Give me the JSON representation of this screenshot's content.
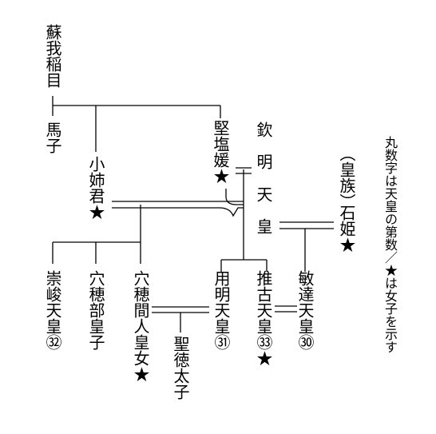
{
  "people": {
    "soga_iname": "蘇我稲目",
    "umako": "馬子",
    "kitashihime": "堅塩媛★",
    "kinmei_chars": [
      "欽",
      "明",
      "天",
      "皇"
    ],
    "oane": "小姉君★",
    "ishihime_clan": "（皇族）",
    "ishihime": "石姫★",
    "sushun": "崇峻天皇㉜",
    "anahobe": "穴穂部皇子",
    "anahobe_hashihito": "穴穂間人皇女★",
    "yomei": "用明天皇㉛",
    "suiko": "推古天皇㉝★",
    "bidatsu": "敏達天皇㉚",
    "shotoku": "聖徳太子"
  },
  "legend": {
    "line1": "丸数字は天皇の第数／★は女子を示す"
  }
}
